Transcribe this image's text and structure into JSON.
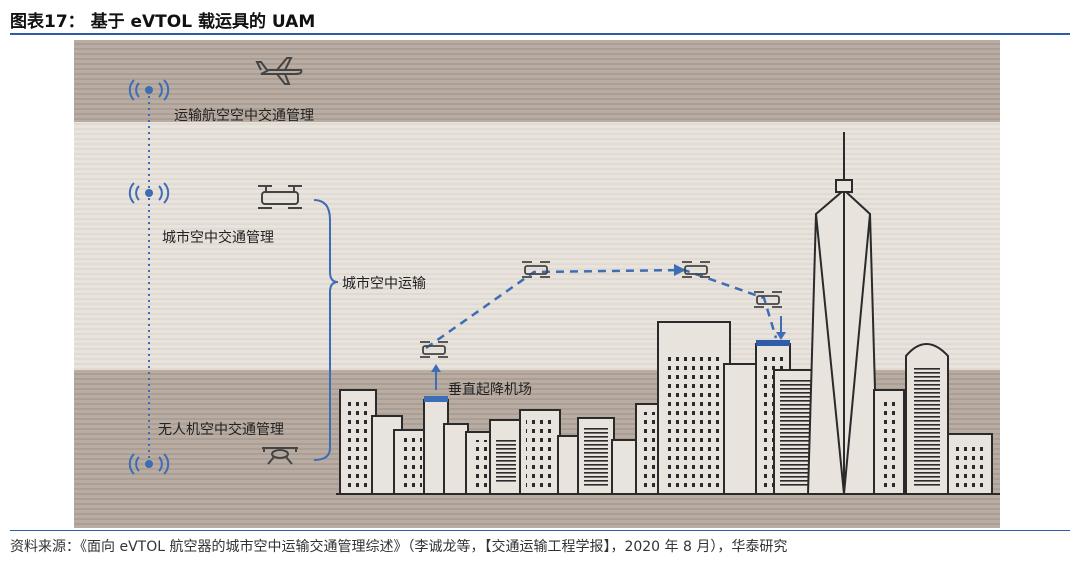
{
  "header": {
    "title": "图表17： 基于 eVTOL 载运具的 UAM"
  },
  "diagram": {
    "labels": {
      "transport_atm": "运输航空空中交通管理",
      "urban_atm": "城市空中交通管理",
      "urban_air_transport": "城市空中运输",
      "vertiport": "垂直起降机场",
      "uav_atm": "无人机空中交通管理"
    },
    "colors": {
      "band_dark": "#b7aba1",
      "band_light": "#e8e2dc",
      "line_blue": "#3d6db5",
      "building_stroke": "#2a2a2a"
    }
  },
  "footer": {
    "source": "资料来源：《面向 eVTOL 航空器的城市空中运输交通管理综述》（李诚龙等，【交通运输工程学报】，2020 年 8 月），华泰研究"
  }
}
